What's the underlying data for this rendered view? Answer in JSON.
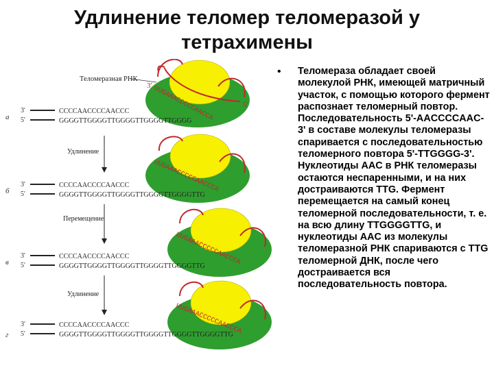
{
  "title_line1": "Удлинение теломер теломеразой у",
  "title_line2": "тетрахимены",
  "figure": {
    "rna_label": "Теломеразная РНК",
    "three_prime": "3'",
    "five_prime": "5'",
    "rows": [
      {
        "letter": "а",
        "top": "CCCCAACCCCAACCC",
        "bottom": "GGGGTTGGGGTTGGGGTTGGGGTTGGGG",
        "rna": "UUGAAACCCCCAACCA"
      },
      {
        "letter": "б",
        "top": "CCCCAACCCCAACCC",
        "bottom": "GGGGTTGGGGTTGGGGTTGGGGTTGGGGTTG",
        "rna": "UUGAAACCCCCAACCCA"
      },
      {
        "letter": "в",
        "top": "CCCCAACCCCAACCC",
        "bottom": "GGGGTTGGGGTTGGGGTTGGGGTTGGGGTTG",
        "rna": "UUGAAACCCCCAACCCA"
      },
      {
        "letter": "г",
        "top": "CCCCAACCCCAACCC",
        "bottom": "GGGGTTGGGGTTGGGGTTGGGGTTGGGGTTGGGGTTG",
        "rna": "UUGAAACCCCCAACCCA"
      }
    ],
    "steps": [
      "Удлинение",
      "Перемещение",
      "Удлинение"
    ]
  },
  "bullet_text": "Теломераза обладает своей молекулой РНК, имеющей матричный участок, с помощью которого фермент распознает теломерный повтор. Последовательность 5'-AACCCCAAC-3' в составе молекулы теломеразы спаривается с последовательностью теломерного повтора 5'-TTGGGG-3'. Нуклеотиды AAC в РНК теломеразы остаются неспаренными, и на них достраиваются TTG. Фермент перемещается на самый конец теломерной последовательности, т. е. на всю длину TTGGGGTTG, и нуклеотиды AAC из молекулы теломеразной РНК спариваются с TTG теломерной ДНК, после чего достраивается вся последовательность повтора.",
  "colors": {
    "enzyme_green": "#2e9e2e",
    "enzyme_yellow": "#f7f000",
    "rna_red": "#c0282e"
  }
}
